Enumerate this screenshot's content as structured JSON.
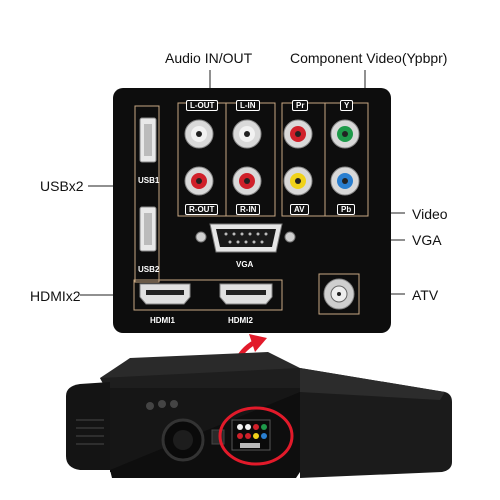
{
  "callouts": {
    "audio": "Audio IN/OUT",
    "component": "Component Video(Ypbpr)",
    "usb": "USBx2",
    "hdmi": "HDMIx2",
    "video": "Video",
    "vga": "VGA",
    "atv": "ATV"
  },
  "panel_labels": {
    "l_out": "L-OUT",
    "l_in": "L-IN",
    "r_out": "R-OUT",
    "r_in": "R-IN",
    "pr": "Pr",
    "y": "Y",
    "av": "AV",
    "pb": "Pb",
    "usb1": "USB1",
    "usb2": "USB2",
    "vga": "VGA",
    "hdmi1": "HDMI1",
    "hdmi2": "HDMI2"
  },
  "colors": {
    "panel": "#0d0d0d",
    "rca_white": "#f2f2f2",
    "rca_red": "#d0202a",
    "rca_green": "#1e9a4a",
    "rca_yellow": "#f0d21a",
    "rca_blue": "#2a7fd0",
    "highlight": "#e21a2a"
  },
  "icons": [
    "rca-jack-icon",
    "usb-port-icon",
    "hdmi-port-icon",
    "vga-port-icon",
    "atv-coax-icon",
    "projector-icon",
    "curved-arrow-icon"
  ]
}
